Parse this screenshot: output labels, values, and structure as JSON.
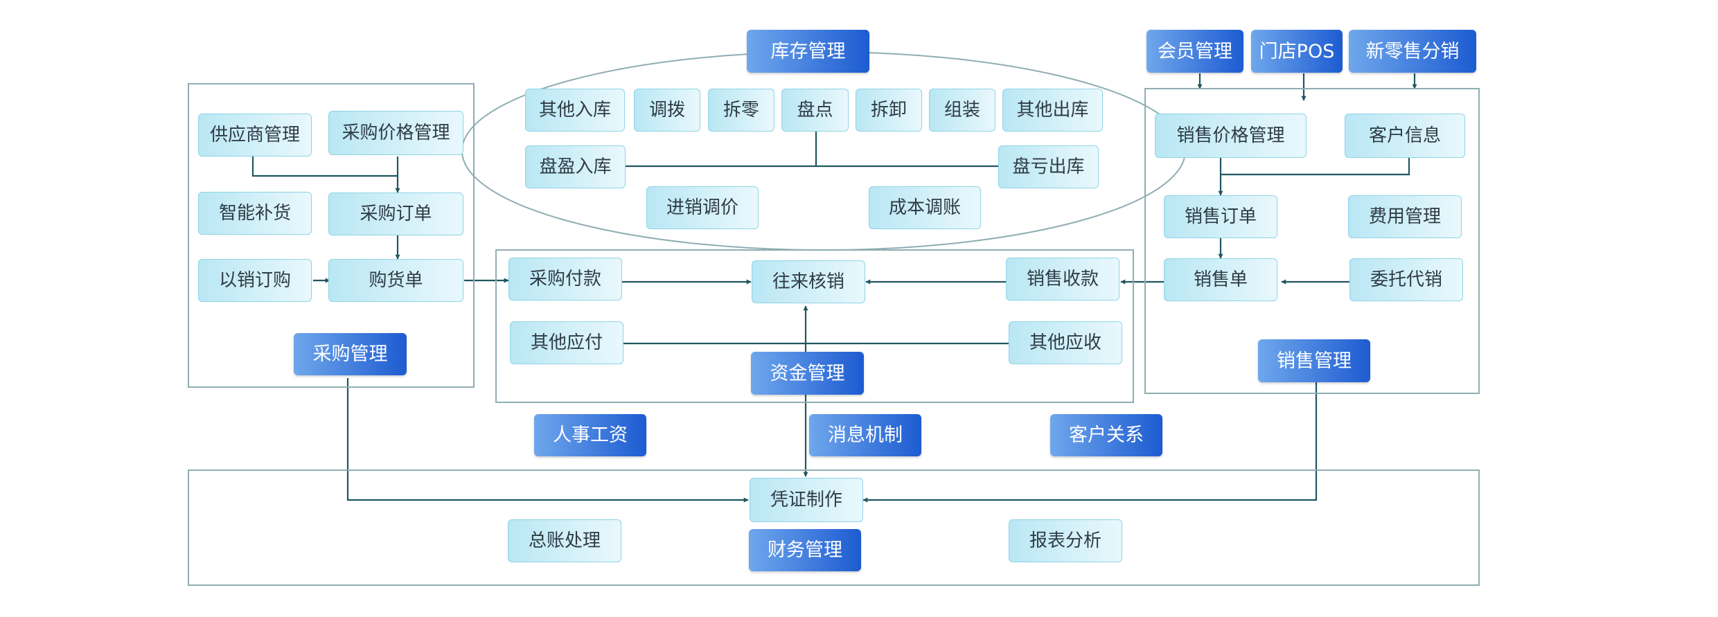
{
  "colors": {
    "line": "#1f5660",
    "frame": "#8fadb2",
    "accent_blue": "#1d5bd1",
    "light_fill": "#c9eef8"
  },
  "inventory": {
    "title": "库存管理",
    "items": [
      "其他入库",
      "调拨",
      "拆零",
      "盘点",
      "拆卸",
      "组装",
      "其他出库"
    ],
    "surplus_in": "盘盈入库",
    "loss_out": "盘亏出库",
    "price_adjust": "进销调价",
    "cost_adjust": "成本调账"
  },
  "purchase": {
    "title": "采购管理",
    "supplier": "供应商管理",
    "price": "采购价格管理",
    "replenish": "智能补货",
    "order": "采购订单",
    "sales_based": "以销订购",
    "receipt": "购货单"
  },
  "funds": {
    "title": "资金管理",
    "payment": "采购付款",
    "reconcile": "往来核销",
    "receivable_sales": "销售收款",
    "other_payable": "其他应付",
    "other_receivable": "其他应收"
  },
  "sales": {
    "title": "销售管理",
    "price": "销售价格管理",
    "customer_info": "客户信息",
    "order": "销售订单",
    "expense": "费用管理",
    "invoice": "销售单",
    "consignment": "委托代销"
  },
  "top_channels": [
    "会员管理",
    "门店POS",
    "新零售分销"
  ],
  "middle_modules": [
    "人事工资",
    "消息机制",
    "客户关系"
  ],
  "finance": {
    "title": "财务管理",
    "voucher": "凭证制作",
    "ledger": "总账处理",
    "report": "报表分析"
  }
}
